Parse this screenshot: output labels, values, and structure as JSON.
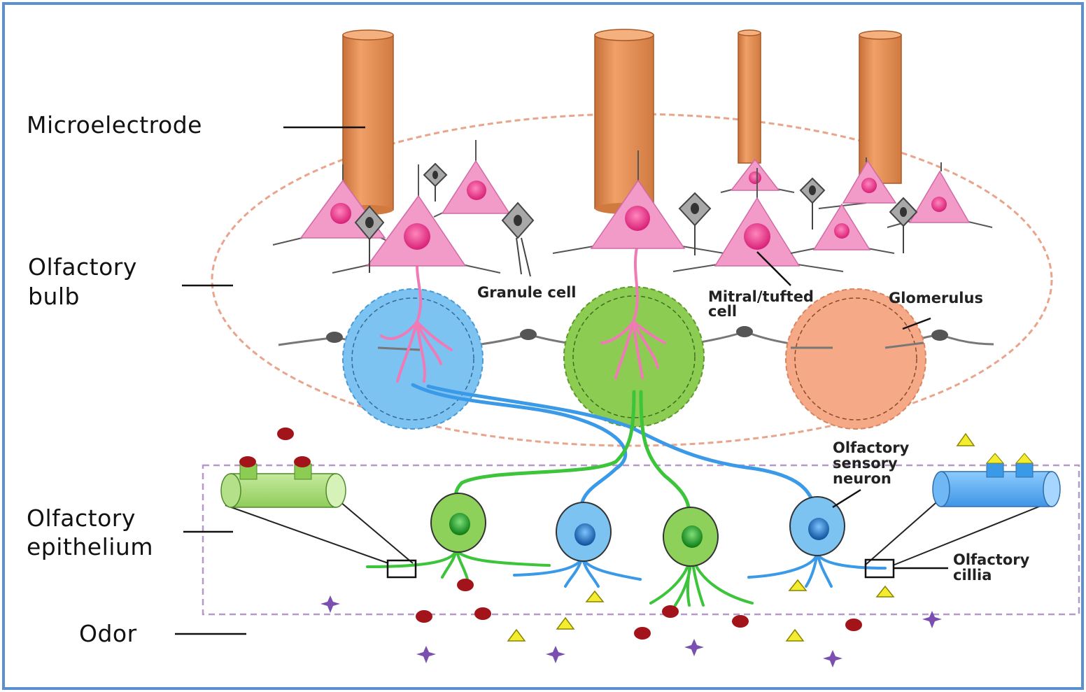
{
  "labels": {
    "microelectrode": "Microelectrode",
    "olfactory_bulb_line1": "Olfactory",
    "olfactory_bulb_line2": "bulb",
    "olfactory_epithelium_line1": "Olfactory",
    "olfactory_epithelium_line2": "epithelium",
    "odor": "Odor",
    "granule_cell": "Granule cell",
    "mitral_tufted_line1": "Mitral/tufted",
    "mitral_tufted_line2": "cell",
    "glomerulus": "Glomerulus",
    "sensory_neuron_line1": "Olfactory",
    "sensory_neuron_line2": "sensory",
    "sensory_neuron_line3": "neuron",
    "cilia_line1": "Olfactory",
    "cilia_line2": "cillia"
  },
  "colors": {
    "frame": "#5b8fd0",
    "electrode": "#e8935a",
    "electrode_dark": "#c06a32",
    "mitral_cell": "#f29ac8",
    "mitral_nucleus": "#e8408e",
    "granule_cell": "#9a9a9a",
    "glomerulus_blue": "#7cc3f2",
    "glomerulus_green": "#8dcc52",
    "glomerulus_orange": "#f6a987",
    "axon_blue": "#3a9ae8",
    "axon_green": "#3cc43a",
    "odor_red": "#a3141a",
    "odor_yellow": "#f4ec2e",
    "odor_purple": "#7a4fb0"
  }
}
